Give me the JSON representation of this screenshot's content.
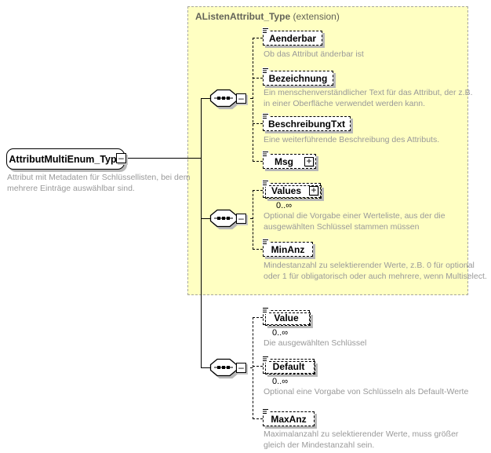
{
  "root": {
    "name": "AttributMultiEnum_Type",
    "annotation": "Attribut mit Metadaten für Schlüssellisten, bei dem mehrere Einträge auswählbar sind."
  },
  "extension": {
    "name": "AListenAttribut_Type",
    "kind": "(extension)"
  },
  "icons": {
    "collapse": "–",
    "expand": "+"
  },
  "elements": [
    {
      "name": "Aenderbar",
      "annotation": "Ob das Attribut änderbar ist",
      "multiplicity": ""
    },
    {
      "name": "Bezeichnung",
      "annotation": "Ein menschenverständlicher Text für das Attribut, der z.B. in einer Oberfläche verwendet werden kann.",
      "multiplicity": ""
    },
    {
      "name": "BeschreibungTxt",
      "annotation": "Eine weiterführende Beschreibung des Attributs.",
      "multiplicity": ""
    },
    {
      "name": "Msg",
      "annotation": "",
      "multiplicity": ""
    },
    {
      "name": "Values",
      "annotation": "Optional die Vorgabe einer Werteliste, aus der die ausgewählten Schlüssel stammen müssen",
      "multiplicity": "0..∞"
    },
    {
      "name": "MinAnz",
      "annotation": "Mindestanzahl zu selektierender Werte, z.B. 0 für optional oder 1 für obligatorisch oder auch mehrere, wenn Multiselect.",
      "multiplicity": ""
    },
    {
      "name": "Value",
      "annotation": "Die ausgewählten Schlüssel",
      "multiplicity": "0..∞"
    },
    {
      "name": "Default",
      "annotation": "Optional eine Vorgabe von Schlüsseln als Default-Werte",
      "multiplicity": "0..∞"
    },
    {
      "name": "MaxAnz",
      "annotation": "Maximalanzahl zu selektierender Werte, muss größer gleich der Mindestanzahl sein.",
      "multiplicity": ""
    }
  ],
  "colors": {
    "extension_bg": "#ffffc2",
    "extension_border": "#a8a89c",
    "annotation_text": "#999999",
    "shadow": "#b8b8b8",
    "line": "#000000"
  }
}
